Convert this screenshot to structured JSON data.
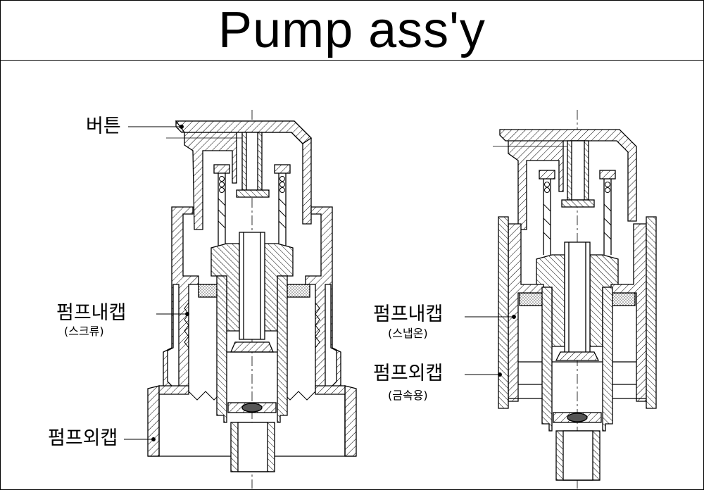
{
  "title": "Pump ass'y",
  "left_assembly": {
    "button_label": "버튼",
    "inner_cap_label": "펌프내캡",
    "inner_cap_note": "(스크류)",
    "outer_cap_label": "펌프외캡"
  },
  "right_assembly": {
    "inner_cap_label": "펌프내캡",
    "inner_cap_note": "(스냅온)",
    "outer_cap_label": "펌프외캡",
    "outer_cap_note": "(금속용)"
  }
}
